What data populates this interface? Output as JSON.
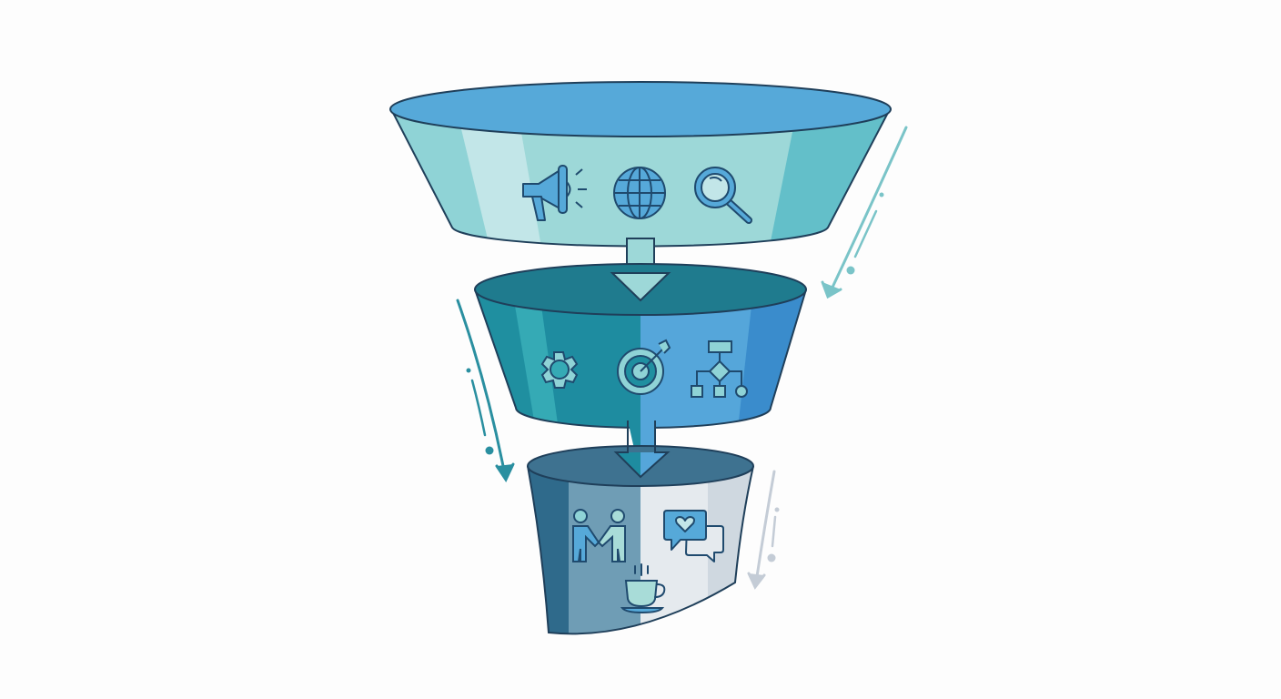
{
  "colors": {
    "outline": "#1f3f5a",
    "background": "#fdfdfd",
    "top_rim": "#56a9d9",
    "top_body": "#9dd8d8",
    "top_highlight": "#c2e6e8",
    "top_shade": "#63bfc9",
    "middle_rim": "#1f7b8e",
    "middle_body_left": "#1f8fa0",
    "middle_body_right": "#55a6da",
    "bottom_rim": "#3e7290",
    "bottom_body_left": "#6f9db5",
    "bottom_body_right": "#e5eaee",
    "side_arrow_top": "#7ac4c8",
    "side_arrow_middle": "#2a8fa0",
    "side_arrow_bottom": "#c4ccd6"
  },
  "stages": [
    {
      "name": "top",
      "icons": [
        "megaphone-icon",
        "globe-icon",
        "magnifier-icon"
      ]
    },
    {
      "name": "middle",
      "icons": [
        "gear-icon",
        "target-icon",
        "flowchart-icon"
      ]
    },
    {
      "name": "bottom",
      "icons": [
        "handshake-icon",
        "heart-chat-icon",
        "coffee-cup-icon"
      ]
    }
  ]
}
